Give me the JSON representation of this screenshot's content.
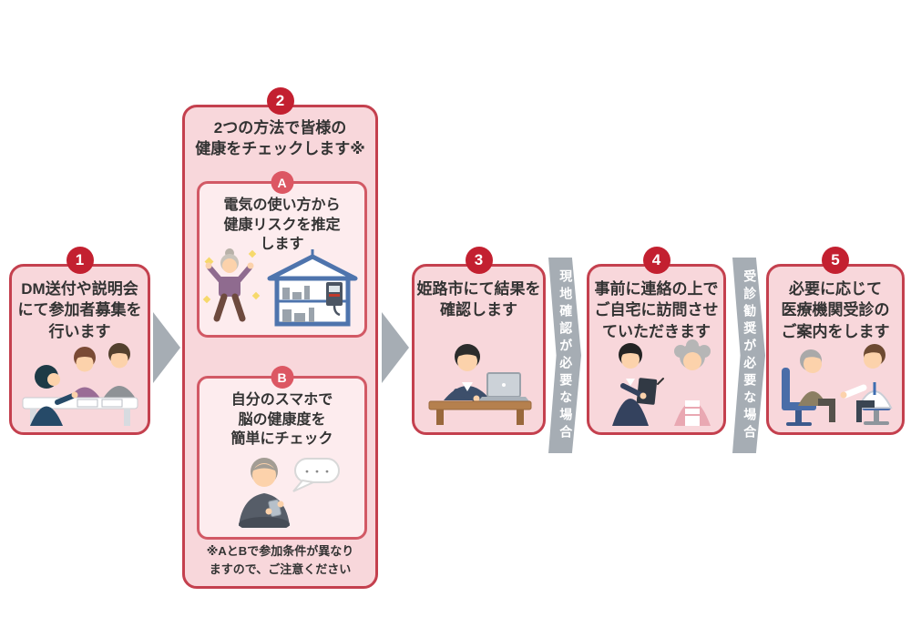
{
  "colors": {
    "box_border": "#c4404e",
    "box_fill": "#f8d7db",
    "method_border": "#d25965",
    "method_fill": "#fdecee",
    "badge_red": "#c32030",
    "badge_ab": "#dc5763",
    "arrow_gray": "#a6adb4",
    "text_dark": "#333333",
    "band_text": "#ffffff"
  },
  "steps": [
    {
      "number": "1",
      "label": "DM送付や説明会\nにて参加者募集を\n行います",
      "illustration": "reception-desk"
    },
    {
      "number": "2",
      "label": "2つの方法で皆様の\n健康をチェックします※",
      "methods": [
        {
          "letter": "A",
          "label": "電気の使い方から\n健康リスクを推定\nします",
          "illustration": "electricity-house"
        },
        {
          "letter": "B",
          "label": "自分のスマホで\n脳の健康度を\n簡単にチェック",
          "illustration": "smartphone-brain-check",
          "bubble": "・・・"
        }
      ],
      "note": "※AとBで参加条件が異なり\nますので、ご注意ください"
    },
    {
      "number": "3",
      "label": "姫路市にて結果を\n確認します",
      "illustration": "laptop-result-check"
    },
    {
      "number": "4",
      "label": "事前に連絡の上で\nご自宅に訪問させ\nていただきます",
      "illustration": "home-visit"
    },
    {
      "number": "5",
      "label": "必要に応じて\n医療機関受診の\nご案内をします",
      "illustration": "doctor-consultation"
    }
  ],
  "connectors": {
    "arrow1": {
      "type": "arrow"
    },
    "arrow2": {
      "type": "arrow"
    },
    "band1": {
      "label": "現地確認が必要な場合"
    },
    "band2": {
      "label": "受診勧奨が必要な場合"
    }
  }
}
